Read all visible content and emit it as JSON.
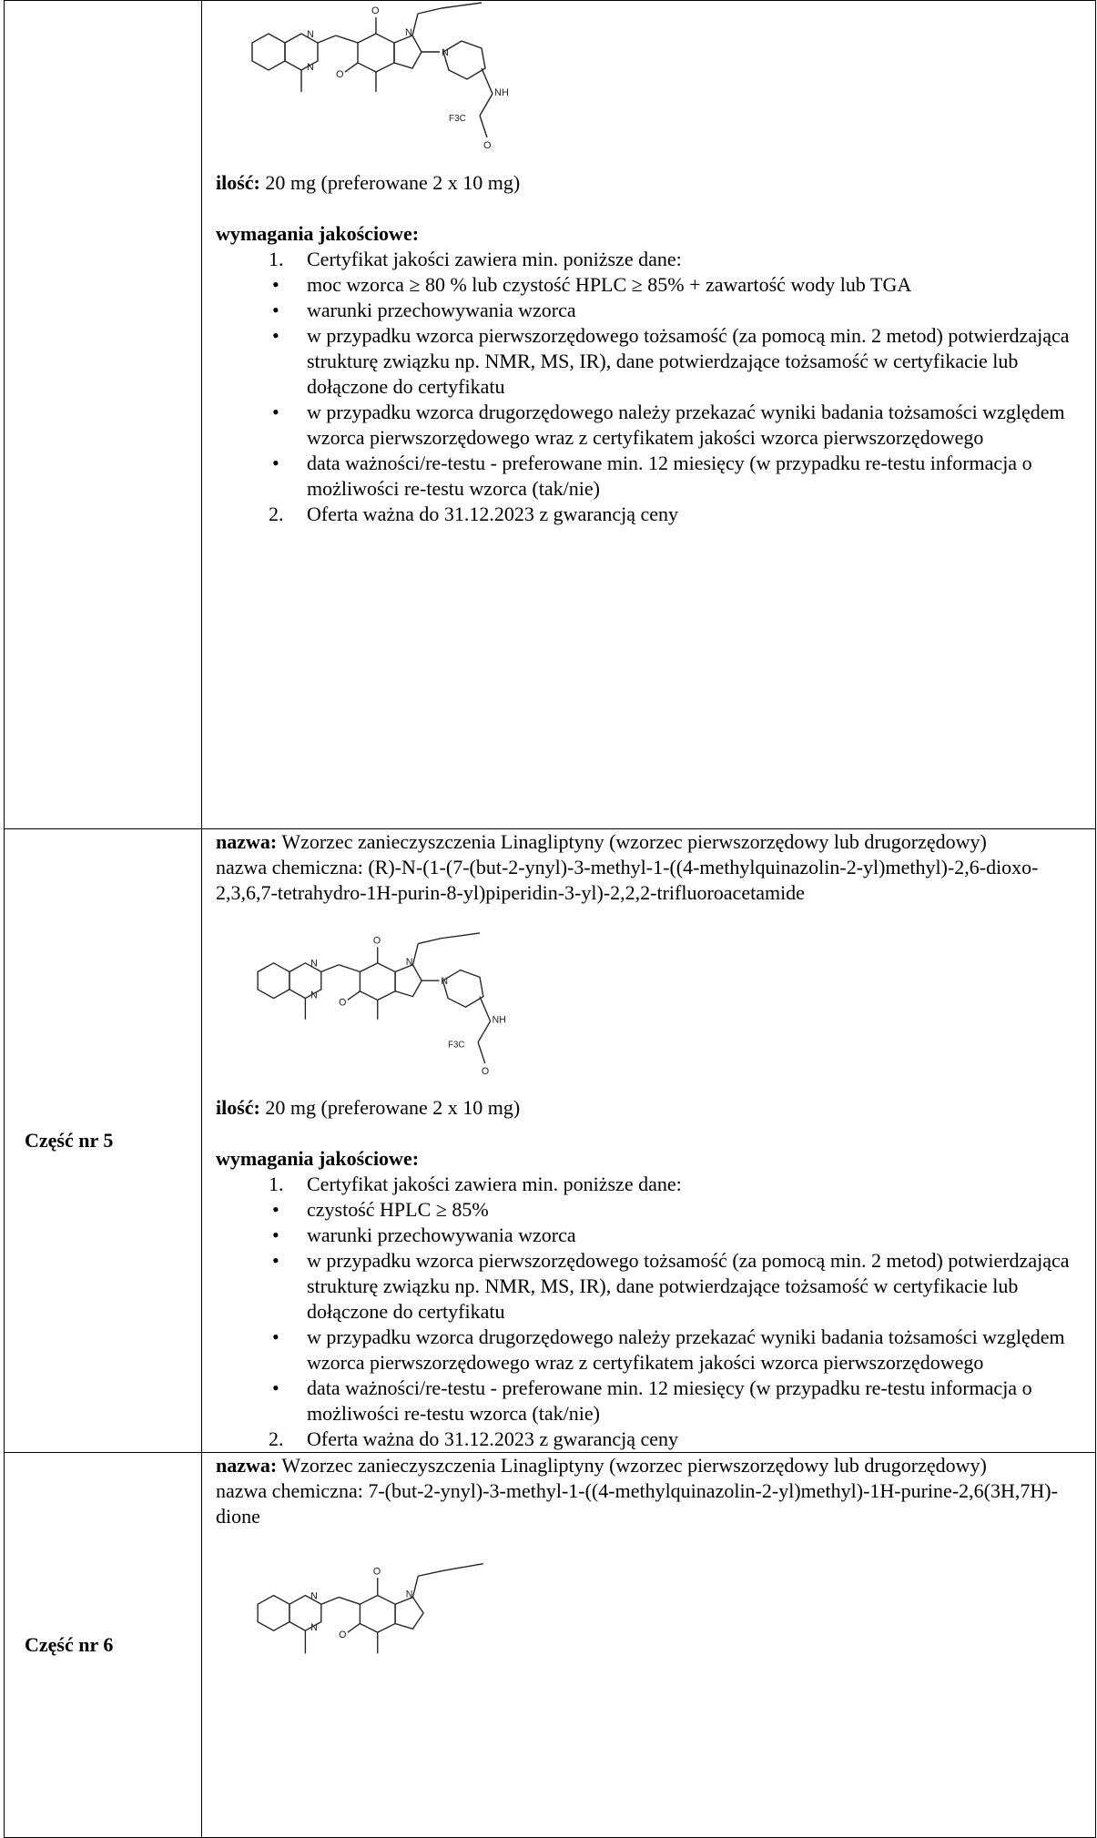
{
  "common": {
    "name_label": "nazwa:",
    "chem_prefix": "nazwa chemiczna:",
    "qty_label": "ilość:",
    "req_label": "wymagania jakościowe:",
    "atoms": {
      "n": "N",
      "o": "O",
      "nh": "NH",
      "f3c": "F3C"
    }
  },
  "rows": [
    {
      "label": "",
      "quantity": "20 mg  (preferowane 2 x 10 mg)",
      "req_title": "Certyfikat jakości zawiera min. poniższe dane:",
      "bullets": [
        "moc wzorca ≥ 80 % lub czystość HPLC ≥ 85% + zawartość wody lub TGA",
        "warunki przechowywania wzorca",
        "w przypadku wzorca pierwszorzędowego tożsamość (za pomocą min. 2 metod) potwierdzająca strukturę związku np. NMR, MS, IR), dane potwierdzające tożsamość w certyfikacie lub dołączone do certyfikatu",
        "w przypadku wzorca drugorzędowego należy przekazać wyniki badania tożsamości względem wzorca pierwszorzędowego wraz z certyfikatem jakości wzorca pierwszorzędowego",
        "data ważności/re-testu - preferowane min. 12 miesięcy  (w przypadku re-testu informacja o możliwości re-testu wzorca (tak/nie)"
      ],
      "offer": "Oferta ważna do 31.12.2023 z gwarancją ceny"
    },
    {
      "label": "Część nr 5",
      "name": "Wzorzec zanieczyszczenia Linagliptyny (wzorzec pierwszorzędowy lub drugorzędowy)",
      "chemical": "(R)-N-(1-(7-(but-2-ynyl)-3-methyl-1-((4-methylquinazolin-2-yl)methyl)-2,6-dioxo-2,3,6,7-tetrahydro-1H-purin-8-yl)piperidin-3-yl)-2,2,2-trifluoroacetamide",
      "quantity": "20 mg  (preferowane 2 x 10 mg)",
      "req_title": "Certyfikat jakości zawiera min. poniższe dane:",
      "bullets": [
        "czystość HPLC ≥ 85%",
        "warunki przechowywania wzorca",
        "w przypadku wzorca pierwszorzędowego tożsamość (za pomocą min. 2 metod) potwierdzająca strukturę związku np. NMR, MS, IR), dane potwierdzające tożsamość w certyfikacie lub dołączone do certyfikatu",
        "w przypadku wzorca drugorzędowego należy przekazać wyniki badania tożsamości względem wzorca pierwszorzędowego wraz z certyfikatem jakości wzorca pierwszorzędowego",
        "data ważności/re-testu - preferowane min. 12 miesięcy  (w przypadku re-testu informacja o możliwości re-testu wzorca (tak/nie)"
      ],
      "offer": "Oferta ważna do 31.12.2023 z gwarancją ceny"
    },
    {
      "label": "Część nr 6",
      "name": "Wzorzec zanieczyszczenia Linagliptyny (wzorzec pierwszorzędowy lub drugorzędowy)",
      "chemical": "7-(but-2-ynyl)-3-methyl-1-((4-methylquinazolin-2-yl)methyl)-1H-purine-2,6(3H,7H)-dione"
    }
  ]
}
